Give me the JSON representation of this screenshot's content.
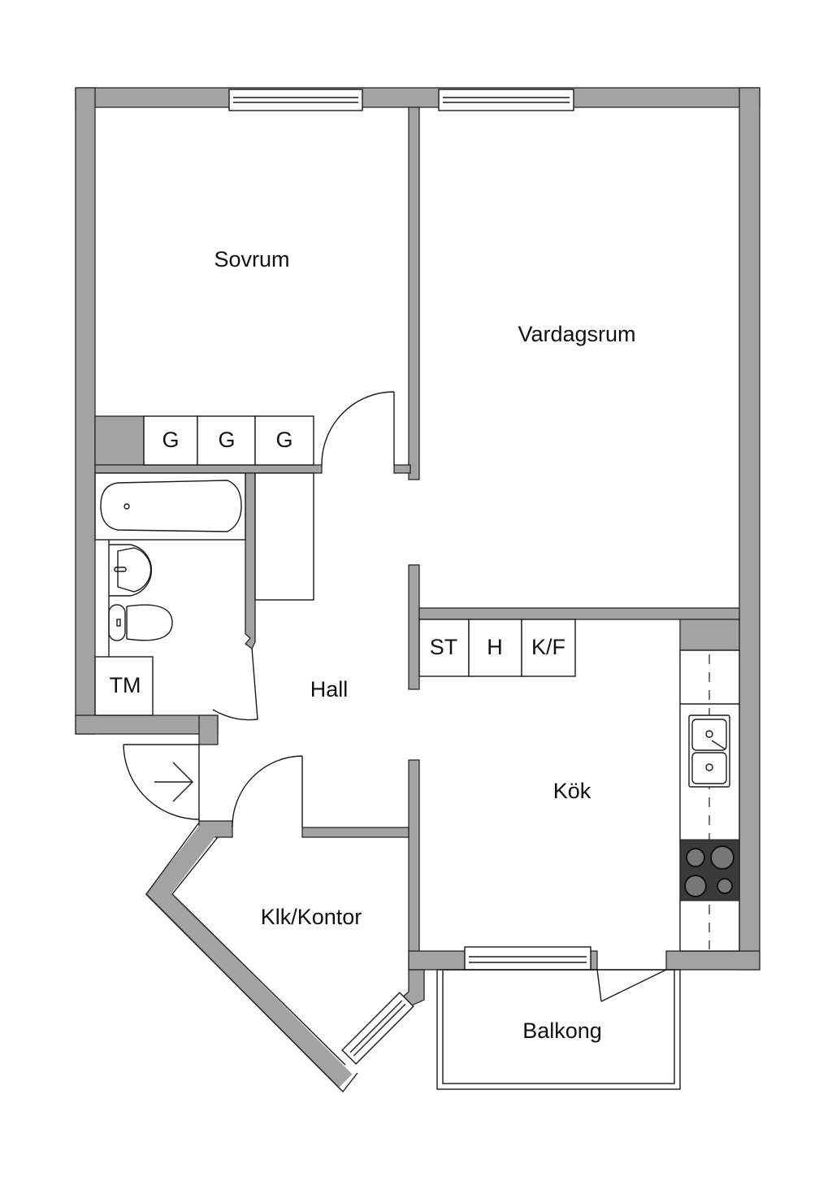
{
  "rooms": {
    "bedroom": "Sovrum",
    "living": "Vardagsrum",
    "hall": "Hall",
    "kitchen": "Kök",
    "study": "Klk/Kontor",
    "balcony": "Balkong"
  },
  "fixtures": {
    "wardrobes": [
      "G",
      "G",
      "G"
    ],
    "kitchen_cabinets": [
      "ST",
      "H",
      "K/F"
    ],
    "laundry": "TM"
  },
  "colors": {
    "wall": "#a3a3a3",
    "stove": "#3a3a3a",
    "line": "#1a1a1a"
  }
}
